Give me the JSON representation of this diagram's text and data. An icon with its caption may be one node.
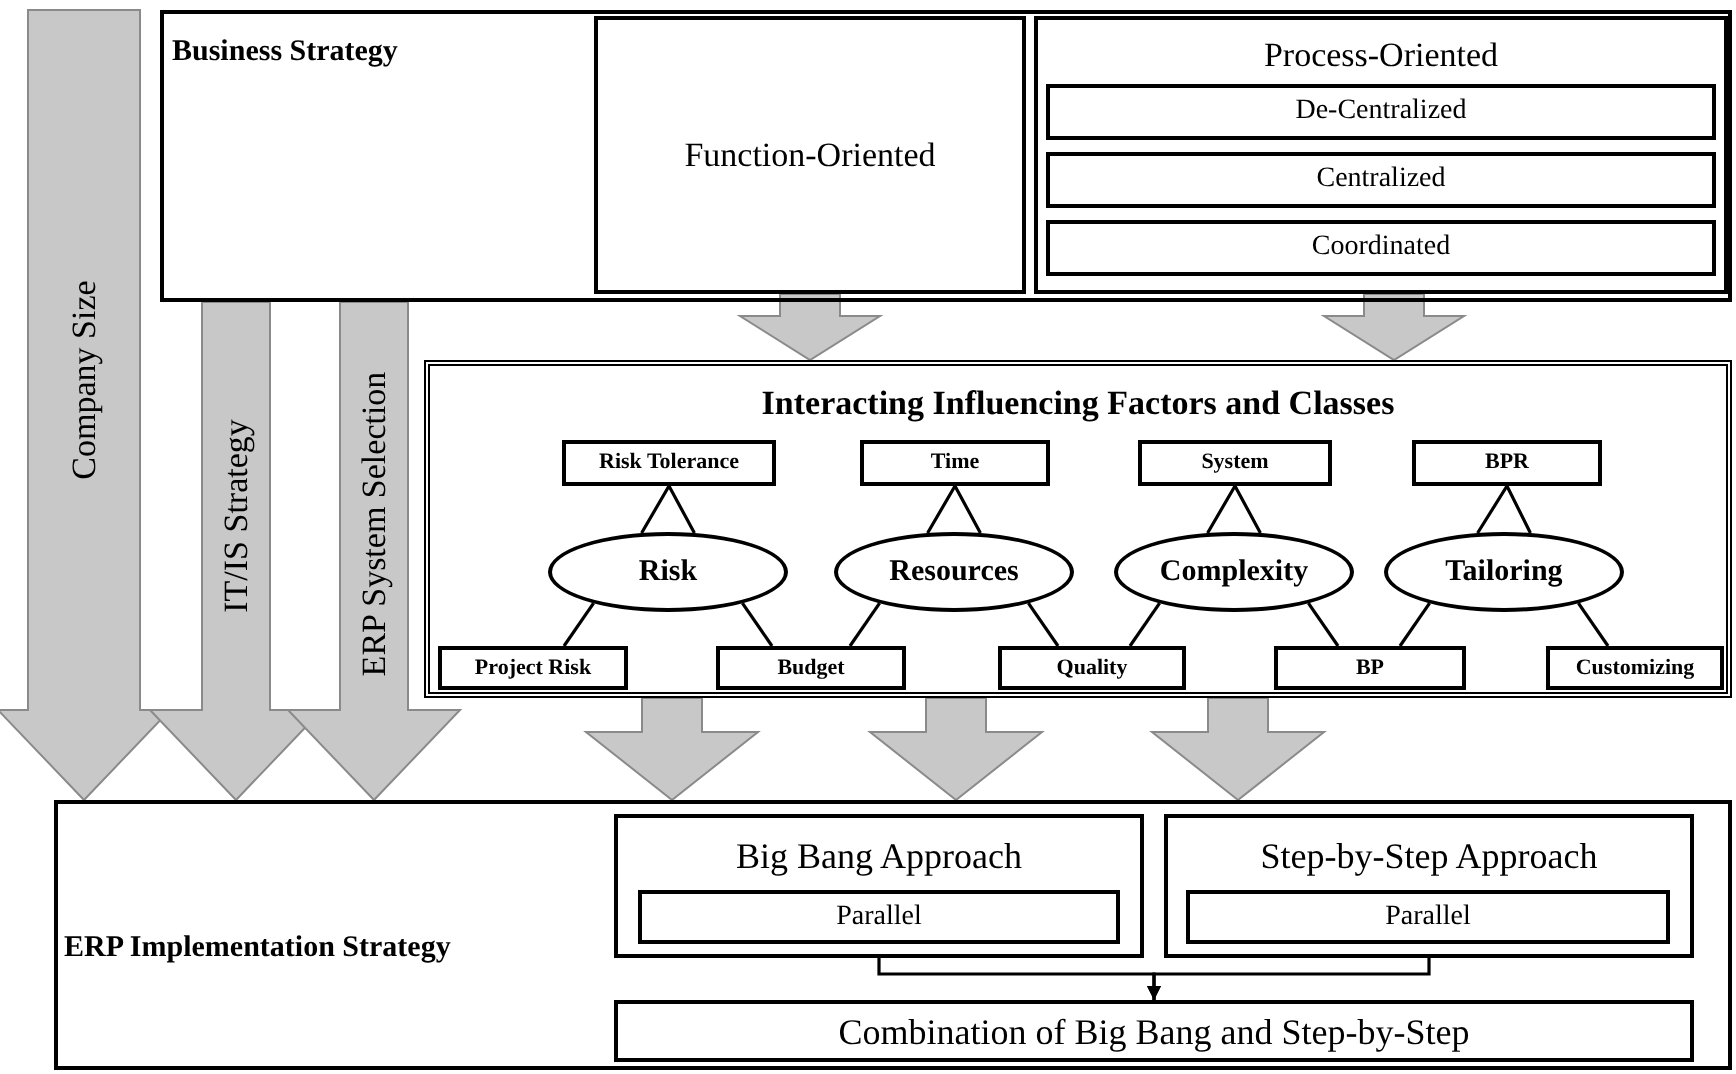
{
  "diagram": {
    "nodes": [
      {
        "text": [
          "Business Strategy"
        ]
      },
      {
        "text": [
          "Function-Oriented"
        ],
        "in": 0
      },
      {
        "text": [
          "Process-Oriented"
        ],
        "in": 0
      },
      {
        "text": [
          "De-Centralized"
        ],
        "in": 2
      },
      {
        "text": [
          "Centralized"
        ],
        "in": 2
      },
      {
        "text": [
          "Coordinated"
        ],
        "in": 2
      },
      {
        "text": [
          "Interacting Influencing Factors and Classes"
        ]
      },
      {
        "text": [
          "Risk Tolerance"
        ],
        "in": 6
      },
      {
        "text": [
          "Time"
        ],
        "in": 6
      },
      {
        "text": [
          "System"
        ],
        "in": 6
      },
      {
        "text": [
          "BPR"
        ],
        "in": 6
      },
      {
        "text": [
          "Risk"
        ],
        "in": 6
      },
      {
        "text": [
          "Resources"
        ],
        "in": 6
      },
      {
        "text": [
          "Complexity"
        ],
        "in": 6
      },
      {
        "text": [
          "Tailoring"
        ],
        "in": 6
      },
      {
        "text": [
          "Project Risk"
        ],
        "in": 6
      },
      {
        "text": [
          "Budget"
        ],
        "in": 6
      },
      {
        "text": [
          "Quality"
        ],
        "in": 6
      },
      {
        "text": [
          "BP"
        ],
        "in": 6
      },
      {
        "text": [
          "Customizing"
        ],
        "in": 6
      },
      {
        "text": [
          "ERP Implementation Strategy"
        ]
      },
      {
        "text": [
          "Big Bang Approach"
        ],
        "in": 20
      },
      {
        "text": [
          "Parallel"
        ],
        "in": 21
      },
      {
        "text": [
          "Step-by-Step Approach"
        ],
        "in": 20
      },
      {
        "text": [
          "Parallel"
        ],
        "in": 23
      },
      {
        "text": [
          "Combination of Big Bang and Step-by-Step"
        ],
        "in": 20
      }
    ],
    "edges": [
      {
        "from": null,
        "to": 20,
        "arrow": "to",
        "label": "Company Size",
        "style": "thick",
        "color": "#c8c8c8"
      },
      {
        "from": 0,
        "to": 20,
        "arrow": "to",
        "label": "IT/IS Strategy",
        "style": "thick",
        "color": "#c8c8c8"
      },
      {
        "from": 0,
        "to": 20,
        "arrow": "to",
        "label": "ERP System Selection",
        "style": "thick",
        "color": "#c8c8c8"
      },
      {
        "from": 1,
        "to": 6,
        "arrow": "to",
        "style": "thick",
        "color": "#c8c8c8"
      },
      {
        "from": 2,
        "to": 6,
        "arrow": "to",
        "style": "thick",
        "color": "#c8c8c8"
      },
      {
        "from": 11,
        "to": 7,
        "arrow": "none"
      },
      {
        "from": 11,
        "to": 15,
        "arrow": "none"
      },
      {
        "from": 11,
        "to": 16,
        "arrow": "none"
      },
      {
        "from": 12,
        "to": 8,
        "arrow": "none"
      },
      {
        "from": 12,
        "to": 16,
        "arrow": "none"
      },
      {
        "from": 12,
        "to": 17,
        "arrow": "none"
      },
      {
        "from": 13,
        "to": 9,
        "arrow": "none"
      },
      {
        "from": 13,
        "to": 17,
        "arrow": "none"
      },
      {
        "from": 13,
        "to": 18,
        "arrow": "none"
      },
      {
        "from": 14,
        "to": 10,
        "arrow": "none"
      },
      {
        "from": 14,
        "to": 18,
        "arrow": "none"
      },
      {
        "from": 14,
        "to": 19,
        "arrow": "none"
      },
      {
        "from": 6,
        "to": 20,
        "arrow": "to",
        "style": "thick",
        "color": "#c8c8c8"
      },
      {
        "from": 6,
        "to": 20,
        "arrow": "to",
        "style": "thick",
        "color": "#c8c8c8"
      },
      {
        "from": 6,
        "to": 20,
        "arrow": "to",
        "style": "thick",
        "color": "#c8c8c8"
      },
      {
        "from": 21,
        "to": 25,
        "arrow": "to"
      },
      {
        "from": 23,
        "to": 25,
        "arrow": "to"
      }
    ]
  }
}
